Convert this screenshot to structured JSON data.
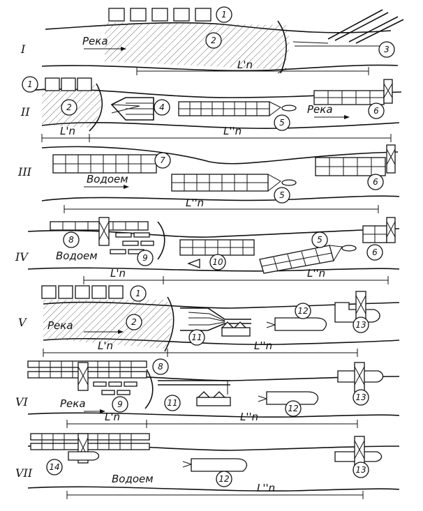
{
  "panels": [
    {
      "roman": "I",
      "text": [
        "Река",
        "L'n"
      ],
      "numbers": [
        "1",
        "2",
        "3"
      ]
    },
    {
      "roman": "II",
      "text": [
        "L'n",
        "L''n",
        "Река"
      ],
      "numbers": [
        "1",
        "2",
        "4",
        "5",
        "6"
      ]
    },
    {
      "roman": "III",
      "text": [
        "Водоем",
        "L''n"
      ],
      "numbers": [
        "7",
        "5",
        "6"
      ]
    },
    {
      "roman": "IV",
      "text": [
        "Водоем",
        "L'n",
        "L''n"
      ],
      "numbers": [
        "8",
        "9",
        "10",
        "5",
        "6"
      ]
    },
    {
      "roman": "V",
      "text": [
        "Река",
        "L'n",
        "L''n"
      ],
      "numbers": [
        "1",
        "2",
        "11",
        "12",
        "13"
      ]
    },
    {
      "roman": "VI",
      "text": [
        "Река",
        "L'n",
        "L''n"
      ],
      "numbers": [
        "8",
        "9",
        "11",
        "12",
        "13"
      ]
    },
    {
      "roman": "VII",
      "text": [
        "Водоем",
        "L''n"
      ],
      "numbers": [
        "14",
        "12",
        "13"
      ]
    }
  ]
}
